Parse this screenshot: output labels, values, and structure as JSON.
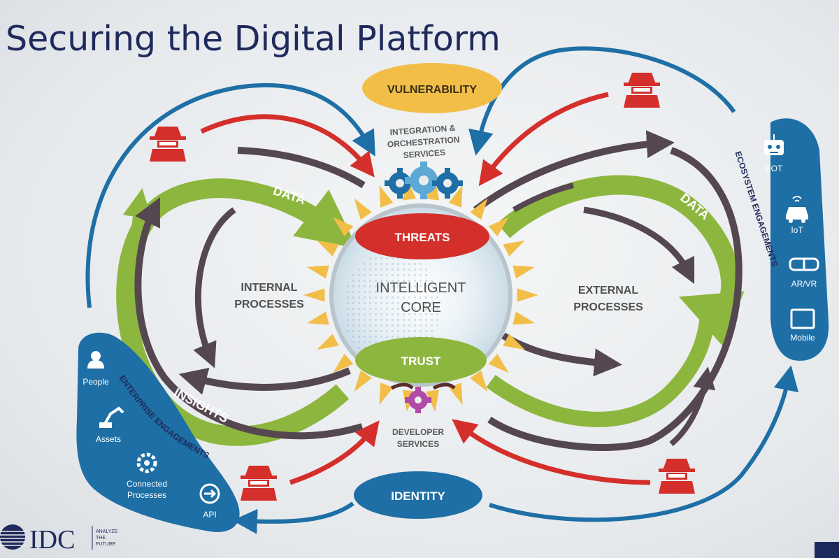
{
  "title": "Securing the Digital Platform",
  "nodes": {
    "vulnerability": "VULNERABILITY",
    "integration": [
      "INTEGRATION &",
      "ORCHESTRATION",
      "SERVICES"
    ],
    "threats": "THREATS",
    "core": [
      "INTELLIGENT",
      "CORE"
    ],
    "trust": "TRUST",
    "developer": [
      "DEVELOPER",
      "SERVICES"
    ],
    "identity": "IDENTITY",
    "internal": [
      "INTERNAL",
      "PROCESSES"
    ],
    "external": [
      "EXTERNAL",
      "PROCESSES"
    ]
  },
  "flow_labels": {
    "data_left": "DATA",
    "data_right": "DATA",
    "insights": "INSIGHTS",
    "enterprise": "ENTERPRISE ENGAGEMENTS",
    "ecosystem": "ECOSYSTEM ENGAGEMENTS"
  },
  "enterprise_items": [
    {
      "label": "People",
      "icon": "person-icon"
    },
    {
      "label": "Assets",
      "icon": "robot-arm-icon"
    },
    {
      "label": [
        "Connected",
        "Processes"
      ],
      "icon": "gear-process-icon"
    },
    {
      "label": "API",
      "icon": "api-icon"
    }
  ],
  "ecosystem_items": [
    {
      "label": "BOT",
      "icon": "bot-icon"
    },
    {
      "label": "IoT",
      "icon": "car-icon"
    },
    {
      "label": "AR/VR",
      "icon": "vr-goggles-icon"
    },
    {
      "label": "Mobile",
      "icon": "tablet-icon"
    }
  ],
  "logo": {
    "name": "IDC",
    "tagline": [
      "ANALYZE",
      "THE",
      "FUTURE"
    ]
  },
  "colors": {
    "title": "#1f2a5c",
    "blue": "#1e6fa5",
    "red": "#d42f2a",
    "green": "#8db63e",
    "gray": "#55474f",
    "yellow": "#f2be48"
  }
}
